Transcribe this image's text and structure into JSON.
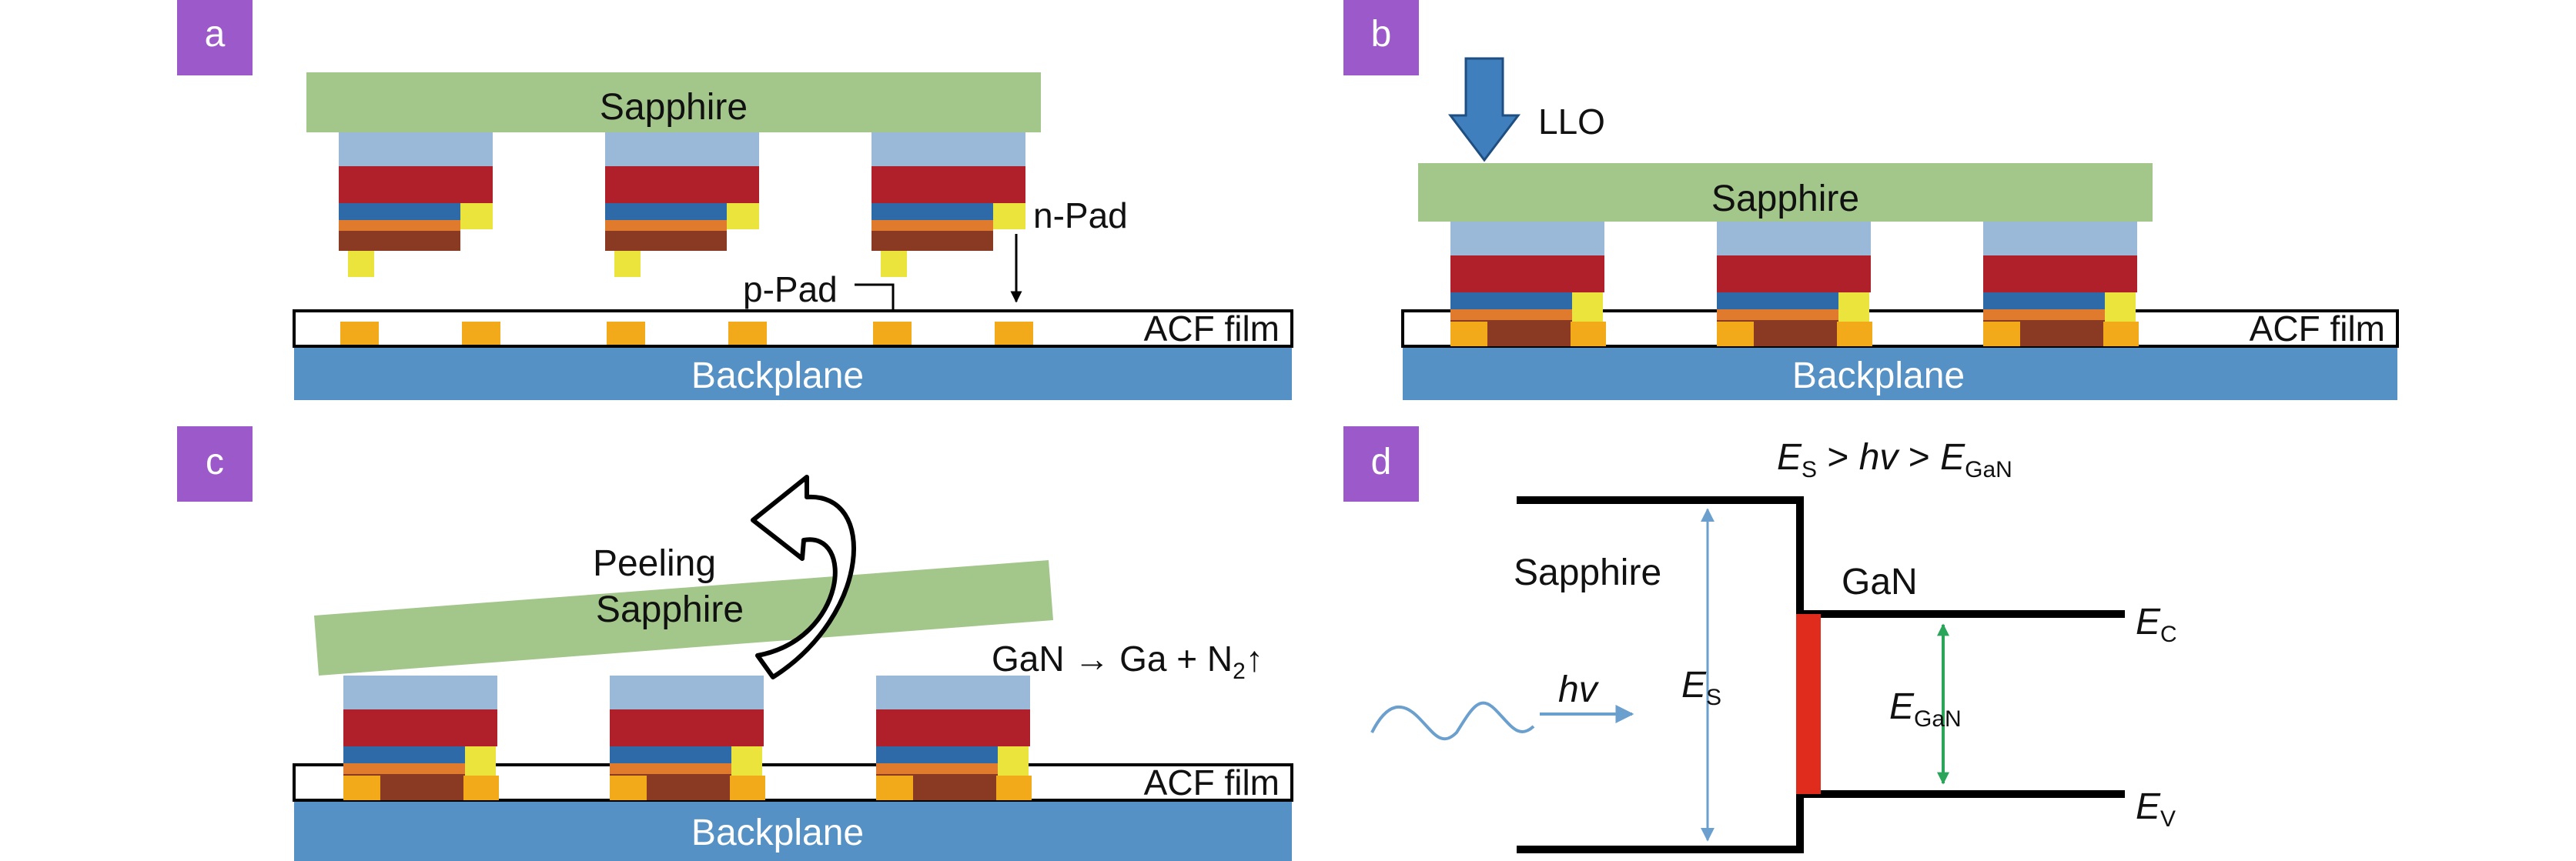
{
  "panels": {
    "a": {
      "label": "a",
      "sapphire": "Sapphire",
      "n_pad": "n-Pad",
      "p_pad": "p-Pad",
      "acf": "ACF film",
      "backplane": "Backplane"
    },
    "b": {
      "label": "b",
      "llo": "LLO",
      "sapphire": "Sapphire",
      "acf": "ACF film",
      "backplane": "Backplane"
    },
    "c": {
      "label": "c",
      "peeling": "Peeling",
      "sapphire": "Sapphire",
      "reaction_pre": "GaN → Ga + N",
      "reaction_sub": "2",
      "reaction_post": "↑",
      "acf": "ACF film",
      "backplane": "Backplane"
    },
    "d": {
      "label": "d",
      "condition": {
        "es": "E",
        "es_sub": "S",
        "gt1": " > ",
        "hv": "hv",
        "gt2": " > ",
        "egan": "E",
        "egan_sub": "GaN"
      },
      "sapphire": "Sapphire",
      "gan": "GaN",
      "hv": "hv",
      "es": "E",
      "es_sub": "S",
      "egan": "E",
      "egan_sub": "GaN",
      "ec": "E",
      "ec_sub": "C",
      "ev": "E",
      "ev_sub": "V"
    }
  },
  "colors": {
    "label_bg": "#9b59c9",
    "sapphire": "#a3c68a",
    "backplane": "#5591c4",
    "light_blue": "#9ab8d8",
    "red": "#b0202b",
    "blue": "#2e6aa8",
    "orange": "#e07a2c",
    "brown": "#8a3a22",
    "yellow": "#ebe43c",
    "gold": "#f2a91a",
    "band_red": "#e02c1c",
    "green_arrow": "#2aa55a",
    "blue_arrow": "#6a9fce"
  }
}
